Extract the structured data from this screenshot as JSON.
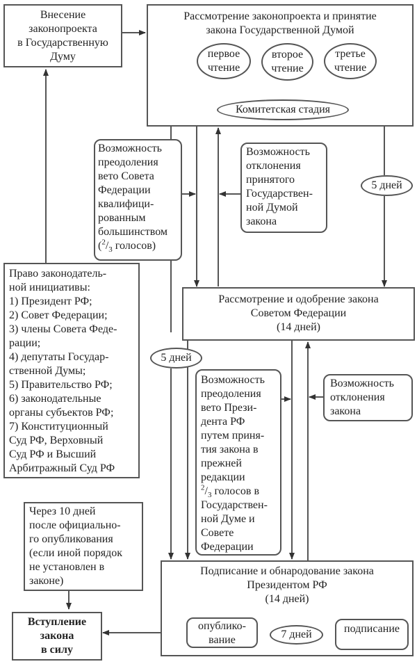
{
  "intro_box": {
    "lines": [
      "Внесение",
      "законопроекта",
      "в Государственную",
      "Думу"
    ]
  },
  "duma_box": {
    "title_lines": [
      "Рассмотрение законопроекта и принятие",
      "закона Государственной Думой"
    ],
    "readings": [
      {
        "lines": [
          "первое",
          "чтение"
        ]
      },
      {
        "lines": [
          "второе",
          "чтение"
        ]
      },
      {
        "lines": [
          "третье",
          "чтение"
        ]
      }
    ],
    "committee_stage": "Комитетская стадия"
  },
  "override_fc_box": {
    "lines": [
      "Возможность",
      "преодоления",
      "вето Совета",
      "Федерации",
      "квалифици-",
      "рованным",
      "большинством"
    ],
    "fraction_num": "2",
    "fraction_den": "3",
    "last_suffix": " голосов)",
    "last_prefix": "("
  },
  "reject_duma_box": {
    "lines": [
      "Возможность",
      "отклонения",
      "принятого",
      "Государствен-",
      "ной Думой",
      "закона"
    ]
  },
  "five_days_top": "5 дней",
  "initiative_box": {
    "lines": [
      "Право законодатель-",
      "ной инициативы:",
      "1) Президент РФ;",
      "2) Совет Федерации;",
      "3) члены Совета Феде-",
      "рации;",
      "4) депутаты Государ-",
      "ственной Думы;",
      "5) Правительство РФ;",
      "6) законодательные",
      "органы субъектов РФ;",
      "7) Конституционный",
      "Суд РФ, Верховный",
      "Суд РФ и Высший",
      "Арбитражный Суд РФ"
    ]
  },
  "fc_box": {
    "lines": [
      "Рассмотрение и одобрение закона",
      "Советом Федерации",
      "(14 дней)"
    ]
  },
  "five_days_mid": "5 дней",
  "override_president_box": {
    "lines_top": [
      "Возможность",
      "преодоления",
      "вето Прези-",
      "дента РФ",
      "путем приня-",
      "тия закона в",
      "прежней",
      "редакции"
    ],
    "fraction_num": "2",
    "fraction_den": "3",
    "fraction_suffix": " голосов в",
    "lines_bottom": [
      "Государствен-",
      "ной Думе и",
      "Совете",
      "Федерации"
    ]
  },
  "reject_fc_box": {
    "lines": [
      "Возможность",
      "отклонения",
      "закона"
    ]
  },
  "effect_time_box": {
    "lines": [
      "Через 10 дней",
      "после официально-",
      "го опубликования",
      "(если иной порядок",
      "не установлен в",
      "законе)"
    ]
  },
  "entry_box": {
    "lines": [
      "Вступление",
      "закона",
      "в силу"
    ]
  },
  "president_box": {
    "title_lines": [
      "Подписание и обнародование закона",
      "Президентом РФ",
      "(14 дней)"
    ],
    "publish": [
      "опублико-",
      "вание"
    ],
    "seven_days": "7 дней",
    "signing": "подписание"
  },
  "colors": {
    "line": "#555555",
    "text": "#222222",
    "background": "#ffffff"
  }
}
